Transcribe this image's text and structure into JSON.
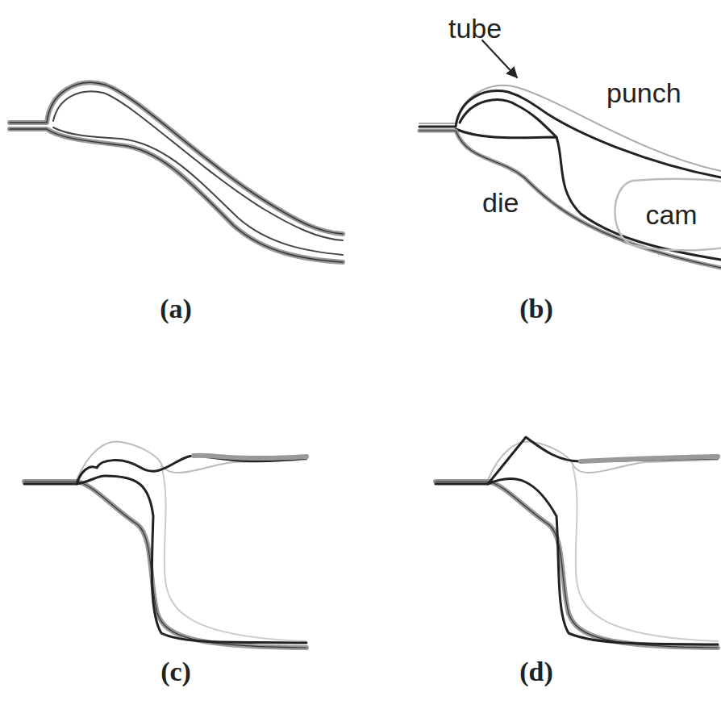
{
  "diagram": {
    "nodes": [
      {
        "text": [
          "cam"
        ]
      }
    ],
    "labels": [
      "tube",
      "punch",
      "die",
      "(a)",
      "(b)",
      "(c)",
      "(d)"
    ]
  }
}
